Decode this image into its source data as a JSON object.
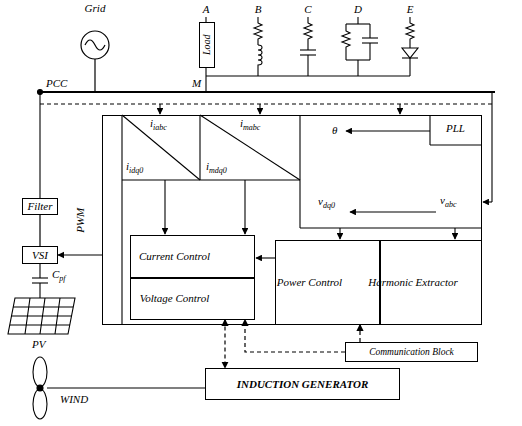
{
  "diagram": {
    "nodes": [
      {
        "text": [
          "Load"
        ]
      },
      {
        "text": [
          "PWM"
        ]
      },
      {
        "text": [
          "Current Control"
        ],
        "in": 1
      },
      {
        "text": [
          "Voltage Control"
        ],
        "in": 1
      },
      {
        "text": [
          "Power Control"
        ],
        "in": 1
      },
      {
        "text": [
          "Harmonic Extractor"
        ],
        "in": 1
      },
      {
        "text": [
          "Filter"
        ]
      },
      {
        "text": [
          "VSI"
        ]
      },
      {
        "text": [
          "Communication Block"
        ]
      },
      {
        "text": [
          "INDUCTION GENERATOR"
        ]
      }
    ],
    "edges": [
      {
        "from": 7,
        "to": 6,
        "arrow": "none"
      },
      {
        "from": 1,
        "to": 7,
        "arrow": "to"
      },
      {
        "from": 8,
        "to": 4,
        "arrow": "to"
      },
      {
        "from": 8,
        "to": 3,
        "arrow": "to"
      },
      {
        "from": 3,
        "to": 9,
        "arrow": "both"
      }
    ],
    "labels": [
      "Grid",
      "A",
      "B",
      "C",
      "D",
      "E",
      "PCC",
      "M",
      "iiabc",
      "iidq0",
      "imabc",
      "imdq0",
      "PLL",
      "θ",
      "vdq0",
      "vabc",
      "Cpf",
      "PV",
      "WIND"
    ]
  }
}
